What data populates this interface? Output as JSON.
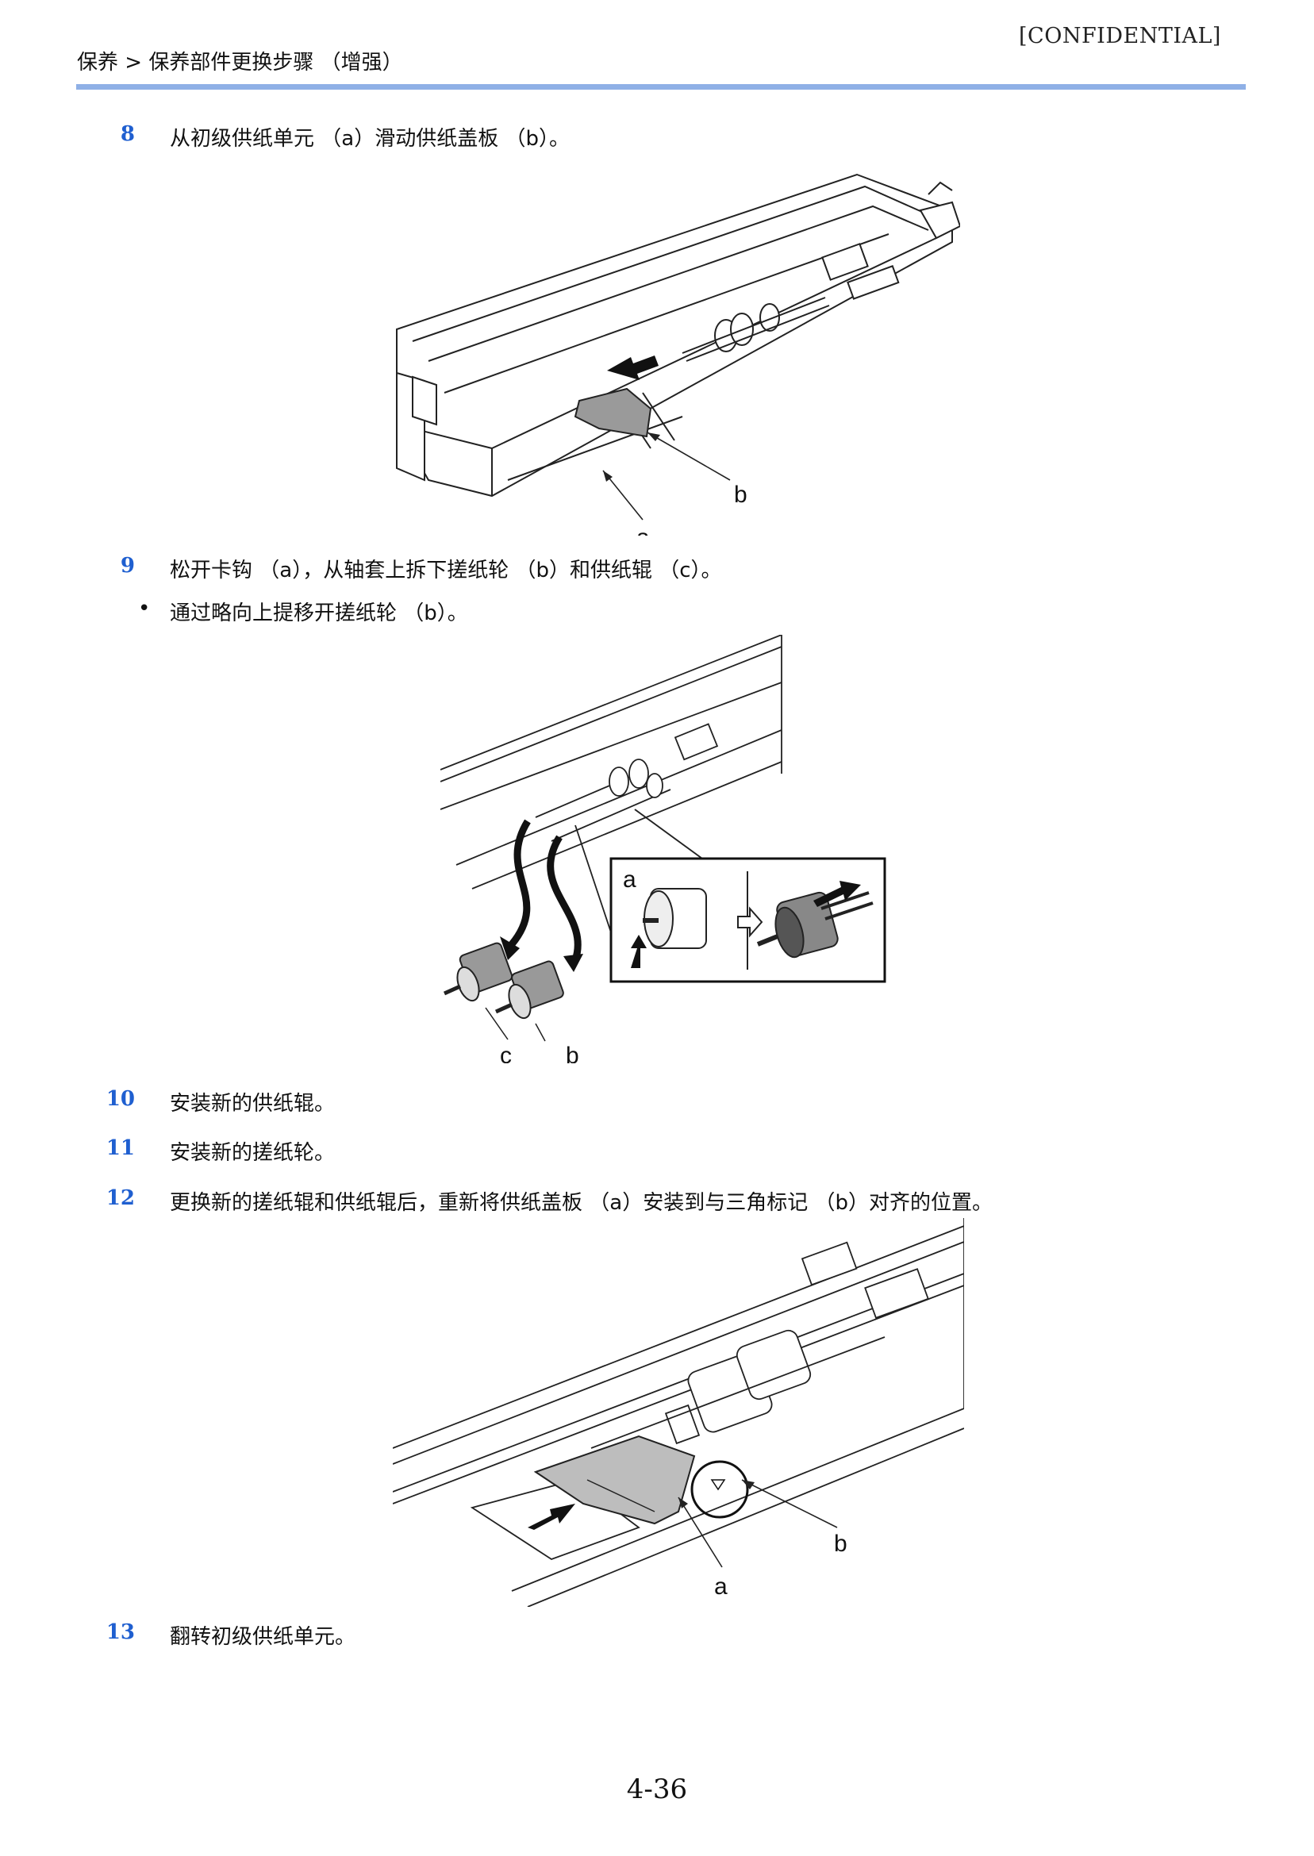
{
  "header": {
    "confidential": "[CONFIDENTIAL]",
    "breadcrumb": "保养 > 保养部件更换步骤 （增强）",
    "rule_color": "#8fb0e6"
  },
  "steps": [
    {
      "num": "8",
      "text": "从初级供纸单元 （a）滑动供纸盖板 （b）。"
    },
    {
      "num": "9",
      "text": "松开卡钩 （a），从轴套上拆下搓纸轮 （b）和供纸辊 （c）。"
    },
    {
      "num": "10",
      "text": "安装新的供纸辊。"
    },
    {
      "num": "11",
      "text": "安装新的搓纸轮。"
    },
    {
      "num": "12",
      "text": "更换新的搓纸辊和供纸辊后，重新将供纸盖板 （a）安装到与三角标记 （b）对齐的位置。"
    },
    {
      "num": "13",
      "text": "翻转初级供纸单元。"
    }
  ],
  "bullets": [
    {
      "symbol": "•",
      "text": "通过略向上提移开搓纸轮 （b）。"
    }
  ],
  "figures": {
    "fig1": {
      "labels": [
        "b",
        "a"
      ]
    },
    "fig2": {
      "labels": [
        "a",
        "c",
        "b"
      ]
    },
    "fig3": {
      "labels": [
        "b",
        "a"
      ]
    }
  },
  "accent_color": "#1f5fd0",
  "footer": {
    "page_number": "4-36"
  }
}
